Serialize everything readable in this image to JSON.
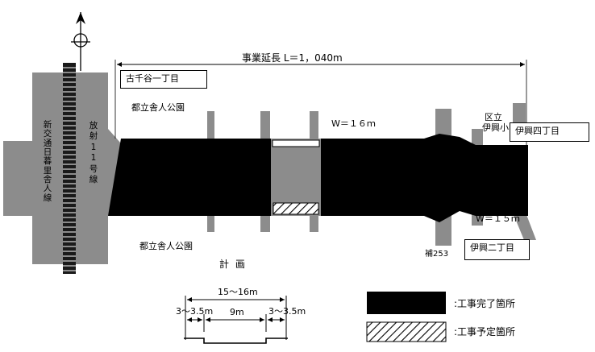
{
  "project": {
    "length_label": "事業延長 L＝1，040m",
    "plan_label": "計 画"
  },
  "roads": {
    "shinkotsu": "新交通日暮里舎人線",
    "hoshya": "放射11号線",
    "width_main": "W＝１６ｍ",
    "width_east": "W＝１５ｍ",
    "ho253": "補253"
  },
  "places": {
    "furusenya": "古千谷一丁目",
    "park_north": "都立舎人公園",
    "park_south": "都立舎人公園",
    "school_line1": "区立",
    "school_line2": "伊興小",
    "ikou4": "伊興四丁目",
    "ikou2": "伊興二丁目"
  },
  "cross_section": {
    "total": "15〜16m",
    "left": "3〜3.5m",
    "center": "9m",
    "right": "3〜3.5m"
  },
  "legend": {
    "completed": ":工事完了箇所",
    "planned": ":工事予定箇所"
  },
  "colors": {
    "road_gray": "#8c8c8c",
    "completed": "#000000",
    "rail_hatch": "#1a1a1a"
  }
}
